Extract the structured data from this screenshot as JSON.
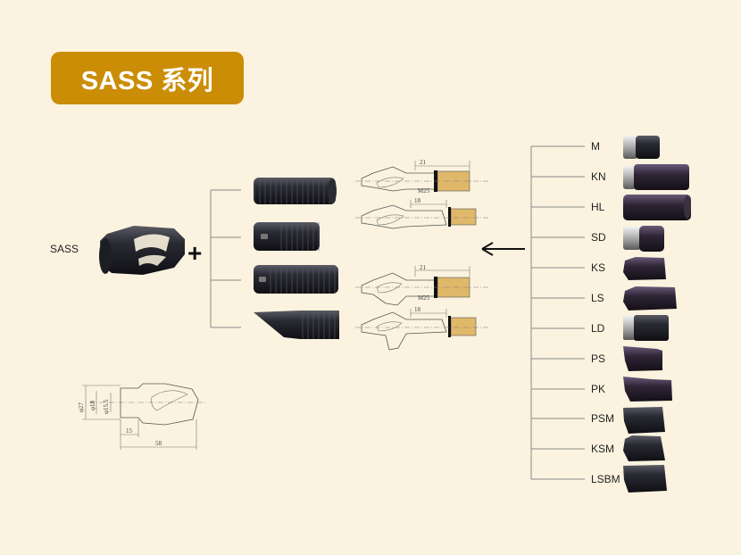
{
  "header": {
    "title": "SASS 系列"
  },
  "base": {
    "label": "SASS",
    "plus": "+"
  },
  "dimensions": {
    "front_drawing": [
      "21",
      "M25",
      "18"
    ],
    "main_drawing": [
      "φ27",
      "φ18",
      "φ15.5",
      "15",
      "58"
    ]
  },
  "variants": [
    "M",
    "KN",
    "HL",
    "SD",
    "KS",
    "LS",
    "LD",
    "PS",
    "PK",
    "PSM",
    "KSM",
    "LSBM"
  ]
}
